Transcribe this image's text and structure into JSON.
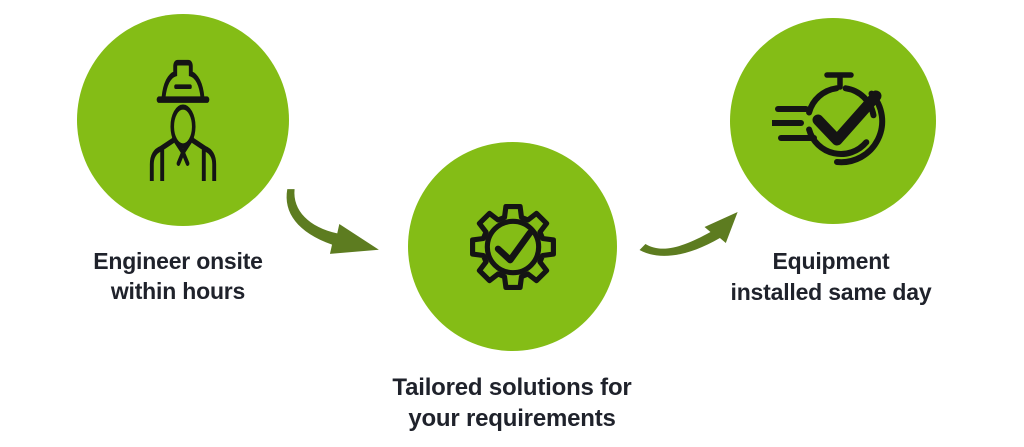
{
  "infographic": {
    "steps": [
      {
        "id": "engineer-onsite",
        "icon": "engineer-hardhat-icon",
        "label_line1": "Engineer onsite",
        "label_line2": "within hours"
      },
      {
        "id": "tailored-solutions",
        "icon": "gear-checkmark-icon",
        "label_line1": "Tailored solutions for",
        "label_line2": "your requirements"
      },
      {
        "id": "equipment-installed",
        "icon": "stopwatch-checkmark-icon",
        "label_line1": "Equipment",
        "label_line2": "installed same day"
      }
    ],
    "arrows": [
      {
        "id": "arrow-1",
        "direction": "curved-right-down"
      },
      {
        "id": "arrow-2",
        "direction": "curved-right-up"
      }
    ],
    "colors": {
      "circle_green": "#84bd16",
      "arrow_green": "#5d7c20",
      "icon_black": "#141414",
      "text_dark": "#1f222b",
      "background": "#ffffff"
    }
  }
}
